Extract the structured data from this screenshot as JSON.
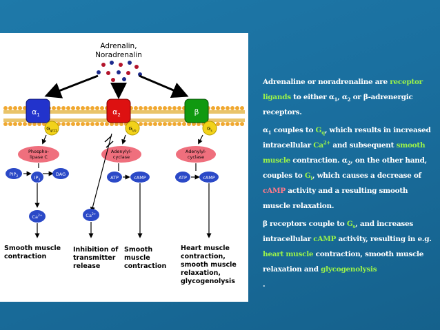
{
  "diagram": {
    "ligand": [
      "Adrenalin,",
      "Noradrenalin"
    ],
    "receptors": [
      {
        "symbol": "α",
        "sub": "1",
        "gprotein": "G",
        "gprotein_sub": "q/11",
        "color": "#2233cc"
      },
      {
        "symbol": "α",
        "sub": "2",
        "gprotein": "G",
        "gprotein_sub": "i/o",
        "color": "#dd1111"
      },
      {
        "symbol": "β",
        "sub": "",
        "gprotein": "G",
        "gprotein_sub": "s",
        "color": "#109910"
      }
    ],
    "enzymes": [
      [
        "Phospho-",
        "lipase C"
      ],
      [
        "Adenylyl-",
        "cyclase"
      ],
      [
        "Adenylyl-",
        "cyclase"
      ]
    ],
    "molecules": {
      "pip": "PIP",
      "pip_sub": "2",
      "ip": "IP",
      "ip_sub": "3",
      "dag": "DAG",
      "ca": "Ca",
      "ca_sup": "2+",
      "atp": "ATP",
      "camp": "cAMP"
    },
    "outcomes": [
      [
        "Smooth muscle",
        "contraction"
      ],
      [
        "Inhibition of",
        "transmitter",
        "release"
      ],
      [
        "Smooth",
        "muscle",
        "contraction"
      ],
      [
        "Heart muscle",
        "contraction,",
        "smooth muscle",
        "relaxation,",
        "glycogenolysis"
      ]
    ]
  },
  "text": {
    "p1": {
      "a": "Adrenaline or noradrenaline are",
      "b_hl": "receptor ligands",
      "c": " to either ",
      "alpha": "α",
      "alpha1_sub": "1",
      "comma": ", ",
      "alpha2_sub": "2",
      "or": " or ",
      "beta": "β",
      "d": "-adrenergic receptors."
    },
    "p2": {
      "alpha": "α",
      "alpha_sub": "1",
      "a": " couples to ",
      "g_hl": "G",
      "g_sub": "q",
      "b": ", which results in increased intracellular ",
      "ca_hl": "Ca",
      "ca_sup": "2+",
      "c": " and subsequent ",
      "sm_hl": "smooth muscle",
      "d": " contraction. ",
      "alpha2": "α",
      "alpha2_sub": "2",
      "e": ", on the other hand, couples to ",
      "gi_hl": "G",
      "gi_sub": "i",
      "f": ", which causes a decrease of ",
      "camp_pink": "cAMP",
      "g": " activity and a resulting smooth muscle relaxation."
    },
    "p3": {
      "beta": " β",
      "a": " receptors couple to ",
      "gs_hl": "G",
      "gs_sub": "s",
      "b": ", and increases intracellular ",
      "camp_hl": "cAMP",
      "c": " activity, resulting in e.g.",
      "heart_hl": "heart muscle",
      "d": " contraction, smooth muscle relaxation and ",
      "glyco_hl": "glycogenolysis",
      "e": "."
    }
  },
  "colors": {
    "background": "#1b72a2",
    "highlight_green": "#9bf24a",
    "highlight_pink": "#ff7a8a",
    "panel": "#ffffff"
  }
}
